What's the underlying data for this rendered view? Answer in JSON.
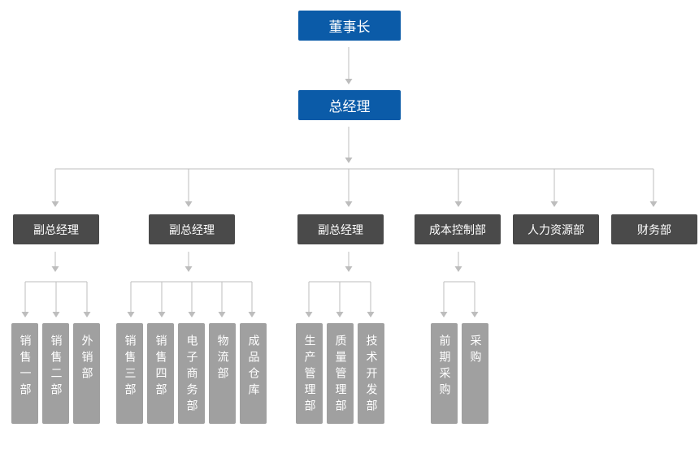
{
  "chairman": "董事长",
  "gm": "总经理",
  "level2": [
    "副总经理",
    "副总经理",
    "副总经理",
    "成本控制部",
    "人力资源部",
    "财务部"
  ],
  "groups": [
    [
      "销售一部",
      "销售二部",
      "外销部"
    ],
    [
      "销售三部",
      "销售四部",
      "电子商务部",
      "物流部",
      "成品仓库"
    ],
    [
      "生产管理部",
      "质量管理部",
      "技术开发部"
    ],
    [
      "前期采购",
      "采购"
    ]
  ],
  "colors": {
    "primary": "#0b5ba8",
    "secondary": "#4a4a4a",
    "leaf": "#a0a0a0",
    "line": "#bdbdbd"
  }
}
